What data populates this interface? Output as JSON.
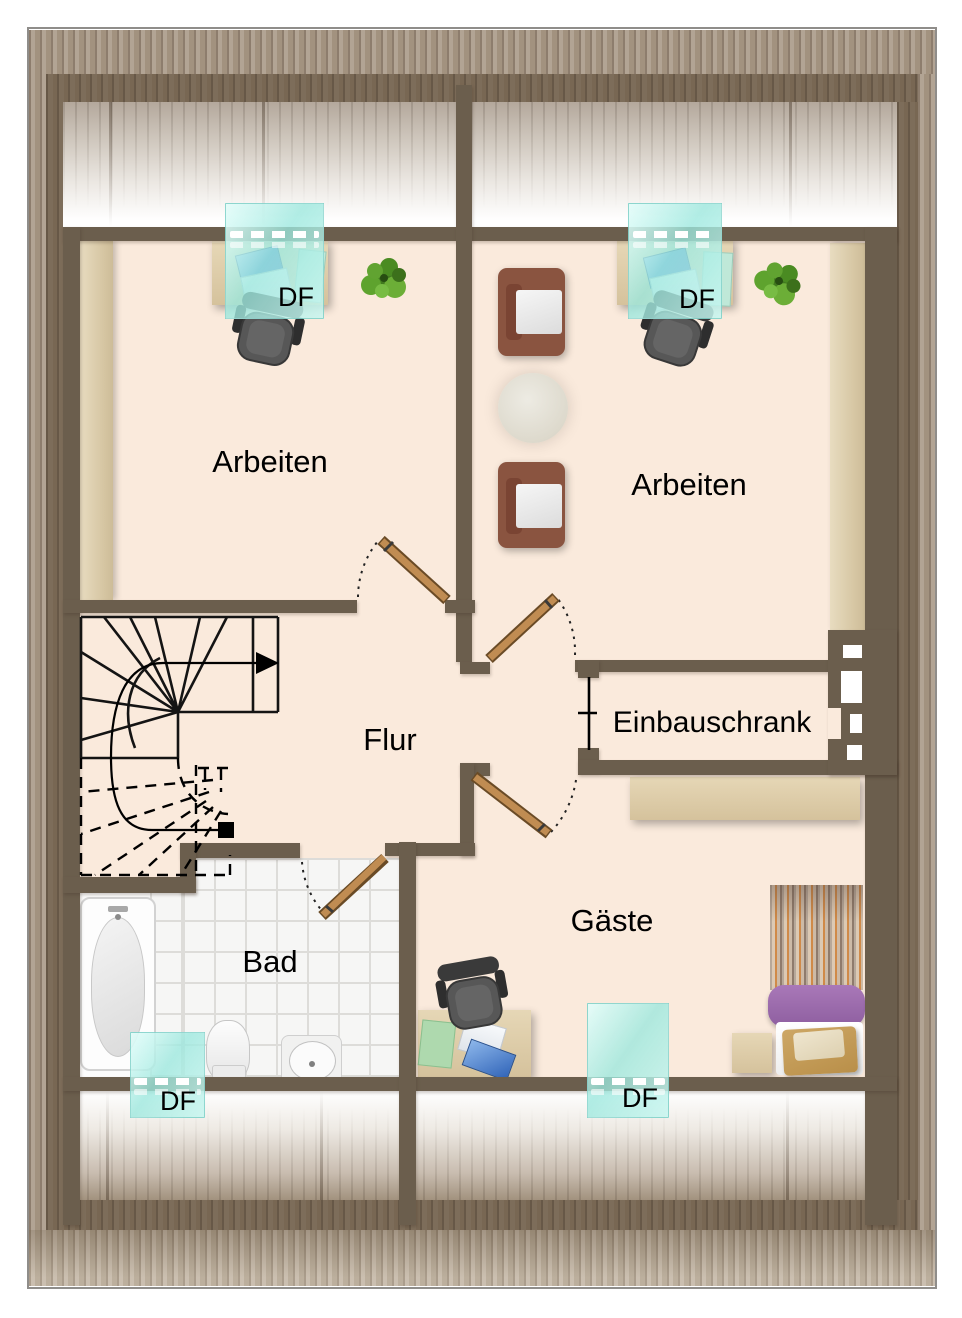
{
  "floorplan": {
    "rooms": [
      {
        "id": "arbeiten-left",
        "label": "Arbeiten"
      },
      {
        "id": "arbeiten-right",
        "label": "Arbeiten"
      },
      {
        "id": "flur",
        "label": "Flur"
      },
      {
        "id": "einbauschrank",
        "label": "Einbauschrank"
      },
      {
        "id": "bad",
        "label": "Bad"
      },
      {
        "id": "gaeste",
        "label": "Gäste"
      }
    ],
    "skylights": [
      {
        "id": "df-arbeiten-left",
        "label": "DF"
      },
      {
        "id": "df-arbeiten-right",
        "label": "DF"
      },
      {
        "id": "df-bad",
        "label": "DF"
      },
      {
        "id": "df-gaeste",
        "label": "DF"
      }
    ],
    "colors": {
      "wall": "#6b5e4d",
      "floor": "#faeadc",
      "roof_band": "#786753",
      "eaves_stripe": "#a2927f",
      "skylight_glass": "#9be8de",
      "door_leaf": "#c08c52",
      "tile_floor": "#f6f6f5",
      "bed_accent": "#9c6fae",
      "armchair": "#8a5440"
    }
  }
}
